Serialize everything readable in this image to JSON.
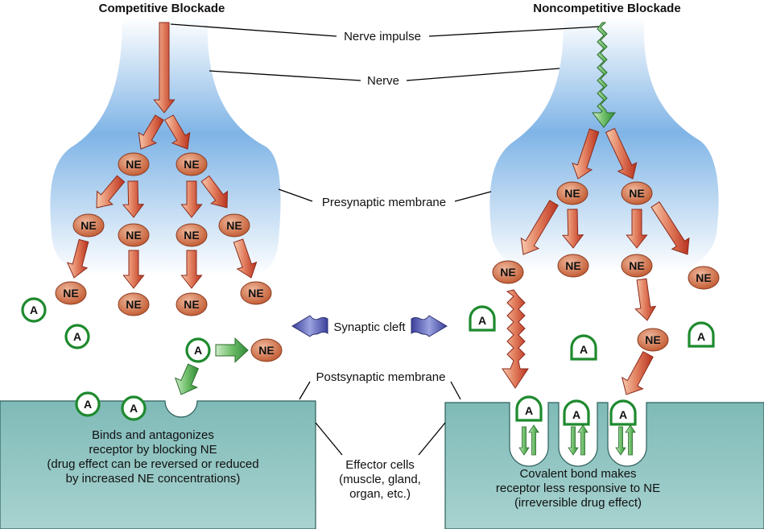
{
  "headings": {
    "left": "Competitive Blockade",
    "right": "Noncompetitive Blockade"
  },
  "labels": {
    "nerve_impulse": "Nerve impulse",
    "nerve": "Nerve",
    "presynaptic": "Presynaptic membrane",
    "synaptic_cleft": "Synaptic cleft",
    "postsynaptic": "Postsynaptic membrane",
    "effector_cells": [
      "Effector cells",
      "(muscle, gland,",
      "organ, etc.)"
    ]
  },
  "left_caption": [
    "Binds and antagonizes",
    "receptor by blocking NE",
    "(drug effect can be reversed or reduced",
    "by increased NE concentrations)"
  ],
  "right_caption": [
    "Covalent bond makes",
    "receptor less responsive to NE",
    "(irreversible drug effect)"
  ],
  "neurotransmitter_label": "NE",
  "antagonist_label": "A",
  "colors": {
    "nerve_fill": "#7fb4e6",
    "effector_fill": "#8fc3c0",
    "ne_fill": "#c8623f",
    "arrow_red": "#c0392b",
    "arrow_green": "#3f9a3f",
    "antagonist_ring": "#1e8a2e",
    "cleft_arrow": "#5560a8"
  },
  "icons": {
    "nerve_impulse_left": "straight-arrow-icon",
    "nerve_impulse_right": "wavy-arrow-icon",
    "synaptic_cleft": "double-wavy-arrow-icon"
  }
}
